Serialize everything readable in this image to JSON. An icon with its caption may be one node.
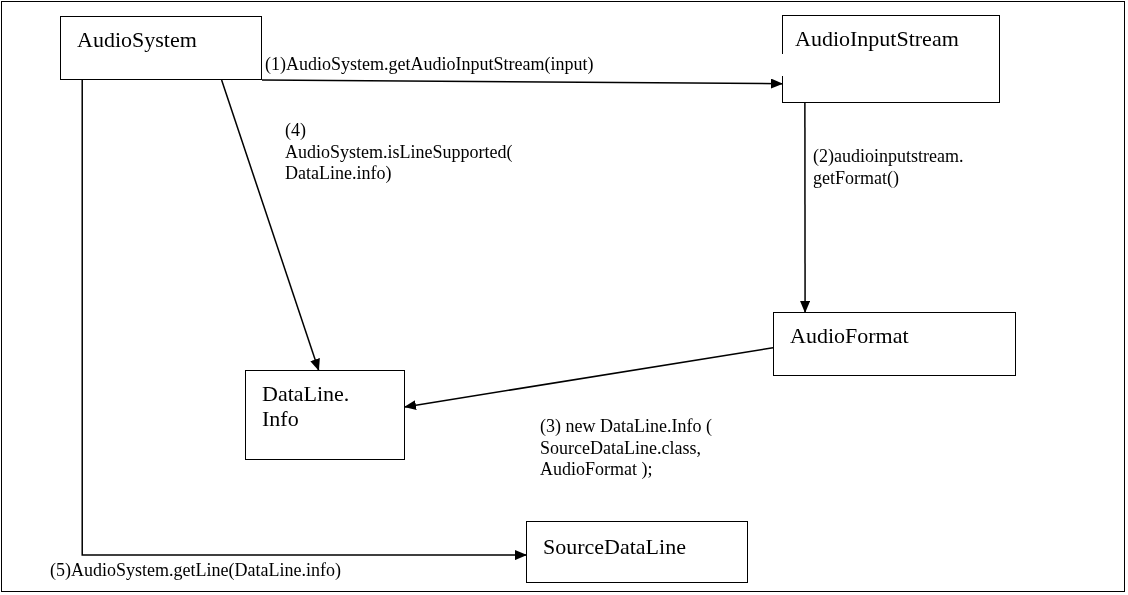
{
  "diagram": {
    "nodes": [
      {
        "text": [
          "AudioSystem"
        ]
      },
      {
        "text": [
          "AudioInputStream"
        ]
      },
      {
        "text": [
          "AudioFormat"
        ]
      },
      {
        "text": [
          "DataLine. Info"
        ]
      },
      {
        "text": [
          "SourceDataLine"
        ]
      }
    ],
    "edges": [
      {
        "from": 0,
        "to": 1,
        "arrow": "to",
        "label": "(1)AudioSystem.getAudioInputStream(input)"
      },
      {
        "from": 1,
        "to": 2,
        "arrow": "to",
        "label": "(2)audioinputstream. getFormat()"
      },
      {
        "from": 2,
        "to": 3,
        "arrow": "to",
        "label": "(3) new DataLine.Info ( SourceDataLine.class, AudioFormat );"
      },
      {
        "from": 0,
        "to": 3,
        "arrow": "to",
        "label": "(4) AudioSystem.isLineSupported( DataLine.info)"
      },
      {
        "from": 0,
        "to": 4,
        "arrow": "to",
        "label": "(5)AudioSystem.getLine(DataLine.info)"
      }
    ]
  }
}
